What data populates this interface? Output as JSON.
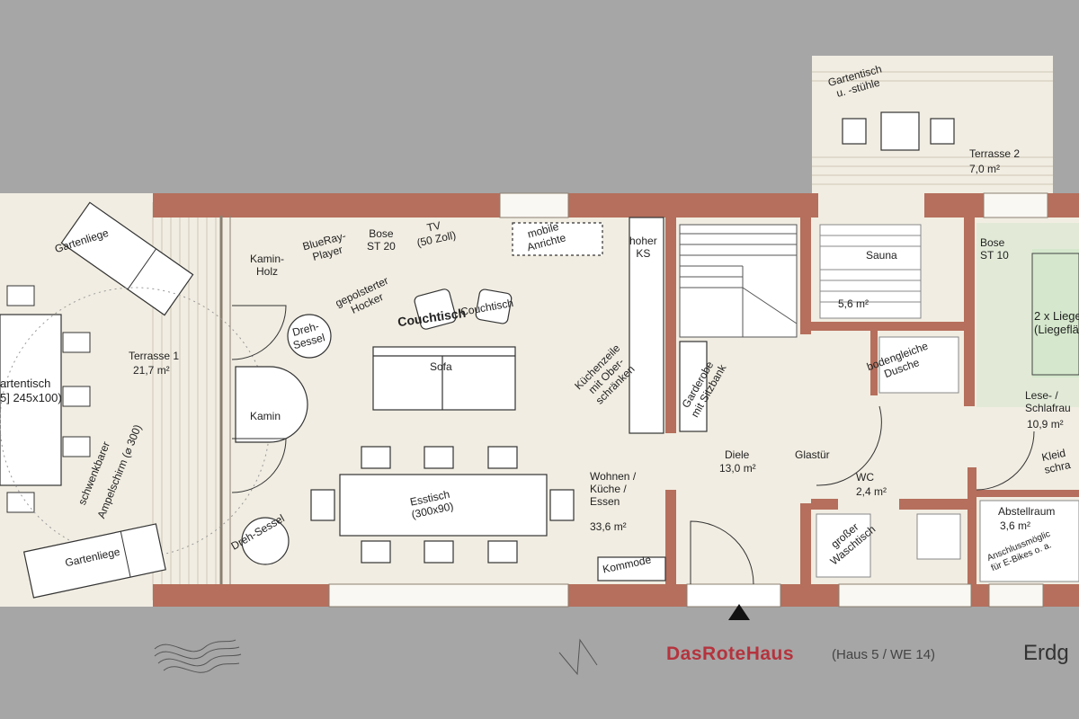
{
  "colors": {
    "background": "#a6a6a6",
    "floor": "#f1ede2",
    "wall": "#b56f5c",
    "green_room": "#d6e8cd",
    "brand": "#b5333d"
  },
  "labels": {
    "gartenliege_top": "Gartenliege",
    "gartenliege_bottom": "Gartenliege",
    "gartentisch_line1": "artentisch",
    "gartentisch_line2": "5] 245x100)",
    "terrasse1": "Terrasse 1",
    "terrasse1_area": "21,7 m²",
    "ampelschirm_line1": "schwenkbarer",
    "ampelschirm_line2": "Ampelschirm (⌀ 300)",
    "kamin_holz": "Kamin-\nHolz",
    "blueray": "BlueRay-\nPlayer",
    "bose_st20": "Bose\nST 20",
    "tv": "TV\n(50 Zoll)",
    "mobile_anrichte": "mobile\nAnrichte",
    "hoher_ks": "hoher\nKS",
    "gepolsterter_hocker": "gepolsterter\nHocker",
    "couchtisch_big": "Couchtisch",
    "couchtisch_small": "Couchtisch",
    "dreh_sessel_top": "Dreh-\nSessel",
    "sofa": "Sofa",
    "kamin": "Kamin",
    "kuechenzeile": "Küchenzeile\nmit Ober-\nschränken",
    "garderobe": "Garderobe\nmit Sitzbank",
    "esstisch": "Esstisch\n(300x90)",
    "dreh_sessel_bottom": "Dreh-Sessel",
    "wohnen": "Wohnen /\nKüche /\nEssen",
    "wohnen_area": "33,6 m²",
    "kommode": "Kommode",
    "diele": "Diele",
    "diele_area": "13,0 m²",
    "glastuer": "Glastür",
    "sauna": "Sauna",
    "sauna_area": "5,6 m²",
    "dusche": "bodengleiche\nDusche",
    "wc": "WC",
    "wc_area": "2,4 m²",
    "waschtisch": "großer\nWaschtisch",
    "gartentisch_t2": "Gartentisch\nu. -stühle",
    "terrasse2": "Terrasse 2",
    "terrasse2_area": "7,0 m²",
    "bose_st10": "Bose\nST 10",
    "liege": "2 x Liege\n(Liegefläc",
    "lese": "Lese- /\nSchlafrau",
    "lese_area": "10,9 m²",
    "kleid": "Kleid\nschra",
    "abstellraum": "Abstellraum",
    "abstellraum_area": "3,6 m²",
    "anschluss": "Anschlussmöglic\nfür E-Bikes o. a."
  },
  "footer": {
    "brand": "DasRoteHaus",
    "haus": "(Haus 5 / WE 14)",
    "floor": "Erdg"
  },
  "icons": {
    "entrance": "entrance-triangle-icon",
    "waves": "waves-logo-icon",
    "north": "north-arrow-icon"
  }
}
